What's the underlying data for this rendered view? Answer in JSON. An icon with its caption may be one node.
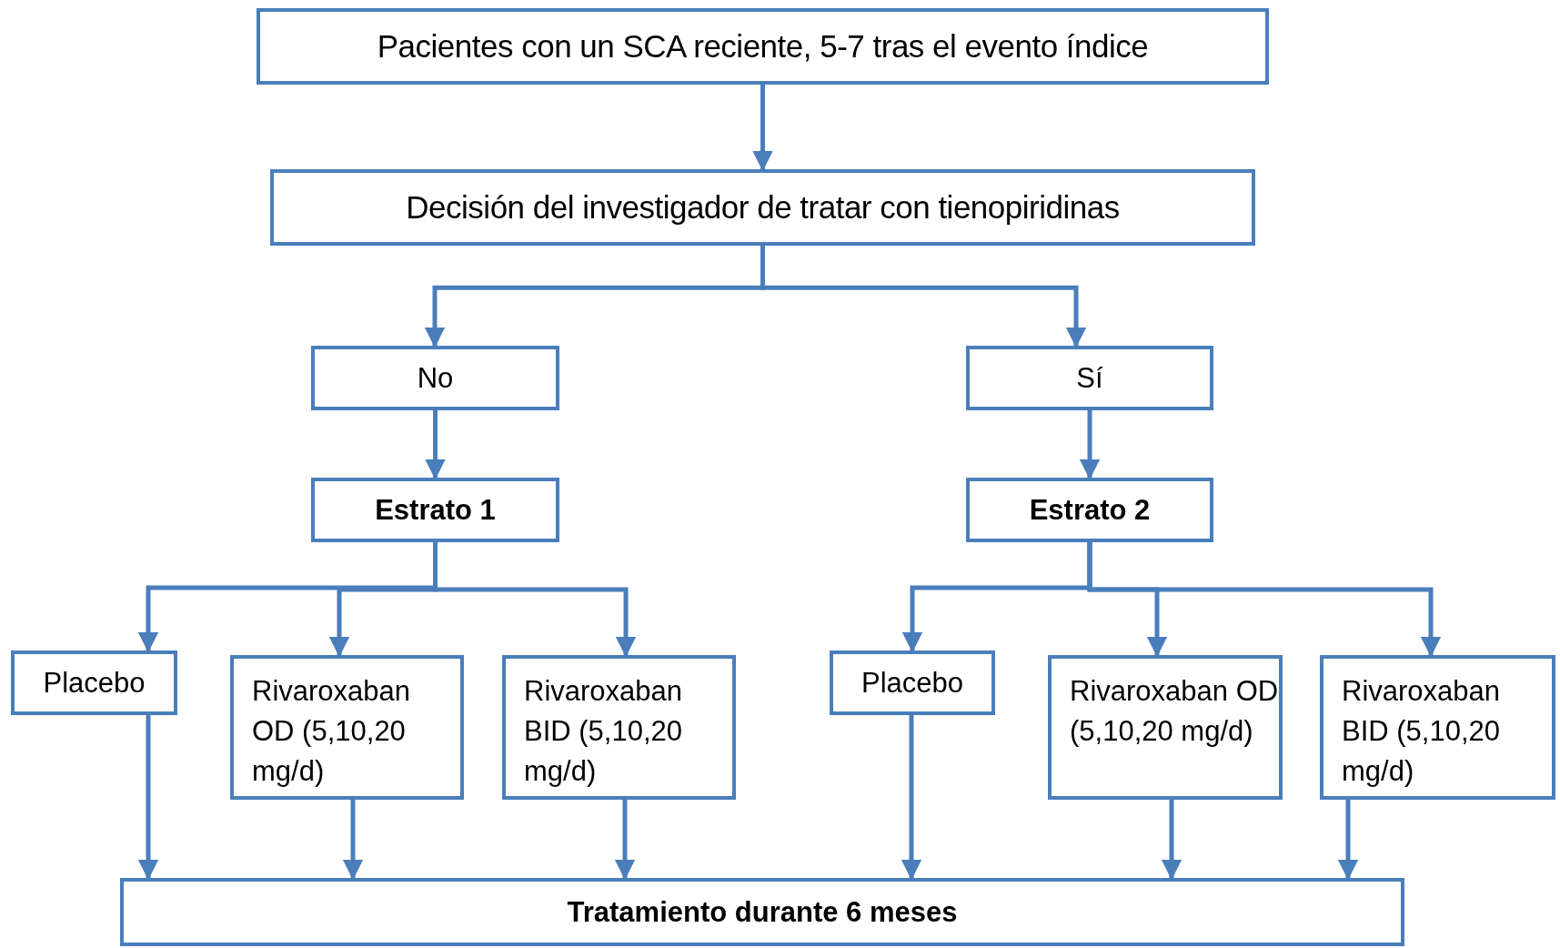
{
  "diagram": {
    "nodes": [
      {
        "text": [
          "Pacientes con un SCA reciente, 5-7 tras el evento índice"
        ]
      },
      {
        "text": [
          "Decisión del investigador de tratar con tienopiridinas"
        ]
      },
      {
        "text": [
          "No"
        ]
      },
      {
        "text": [
          "Sí"
        ]
      },
      {
        "text": [
          "Estrato 1"
        ]
      },
      {
        "text": [
          "Estrato 2"
        ]
      },
      {
        "text": [
          "Placebo"
        ]
      },
      {
        "text": [
          "Rivaroxaban OD (5,10,20 mg/d)"
        ]
      },
      {
        "text": [
          "Rivaroxaban BID (5,10,20 mg/d)"
        ]
      },
      {
        "text": [
          "Placebo"
        ]
      },
      {
        "text": [
          "Rivaroxaban OD (5,10,20 mg/d)"
        ]
      },
      {
        "text": [
          "Rivaroxaban BID (5,10,20 mg/d)"
        ]
      },
      {
        "text": [
          "Tratamiento durante 6 meses"
        ]
      }
    ],
    "edges": [
      {
        "from": 0,
        "to": 1,
        "arrow": "to"
      },
      {
        "from": 1,
        "to": 2,
        "arrow": "to"
      },
      {
        "from": 1,
        "to": 3,
        "arrow": "to"
      },
      {
        "from": 2,
        "to": 4,
        "arrow": "to"
      },
      {
        "from": 3,
        "to": 5,
        "arrow": "to"
      },
      {
        "from": 4,
        "to": 6,
        "arrow": "to"
      },
      {
        "from": 4,
        "to": 7,
        "arrow": "to"
      },
      {
        "from": 4,
        "to": 8,
        "arrow": "to"
      },
      {
        "from": 5,
        "to": 9,
        "arrow": "to"
      },
      {
        "from": 5,
        "to": 10,
        "arrow": "to"
      },
      {
        "from": 5,
        "to": 11,
        "arrow": "to"
      },
      {
        "from": 6,
        "to": 12,
        "arrow": "to"
      },
      {
        "from": 7,
        "to": 12,
        "arrow": "to"
      },
      {
        "from": 8,
        "to": 12,
        "arrow": "to"
      },
      {
        "from": 9,
        "to": 12,
        "arrow": "to"
      },
      {
        "from": 10,
        "to": 12,
        "arrow": "to"
      },
      {
        "from": 11,
        "to": 12,
        "arrow": "to"
      }
    ]
  }
}
